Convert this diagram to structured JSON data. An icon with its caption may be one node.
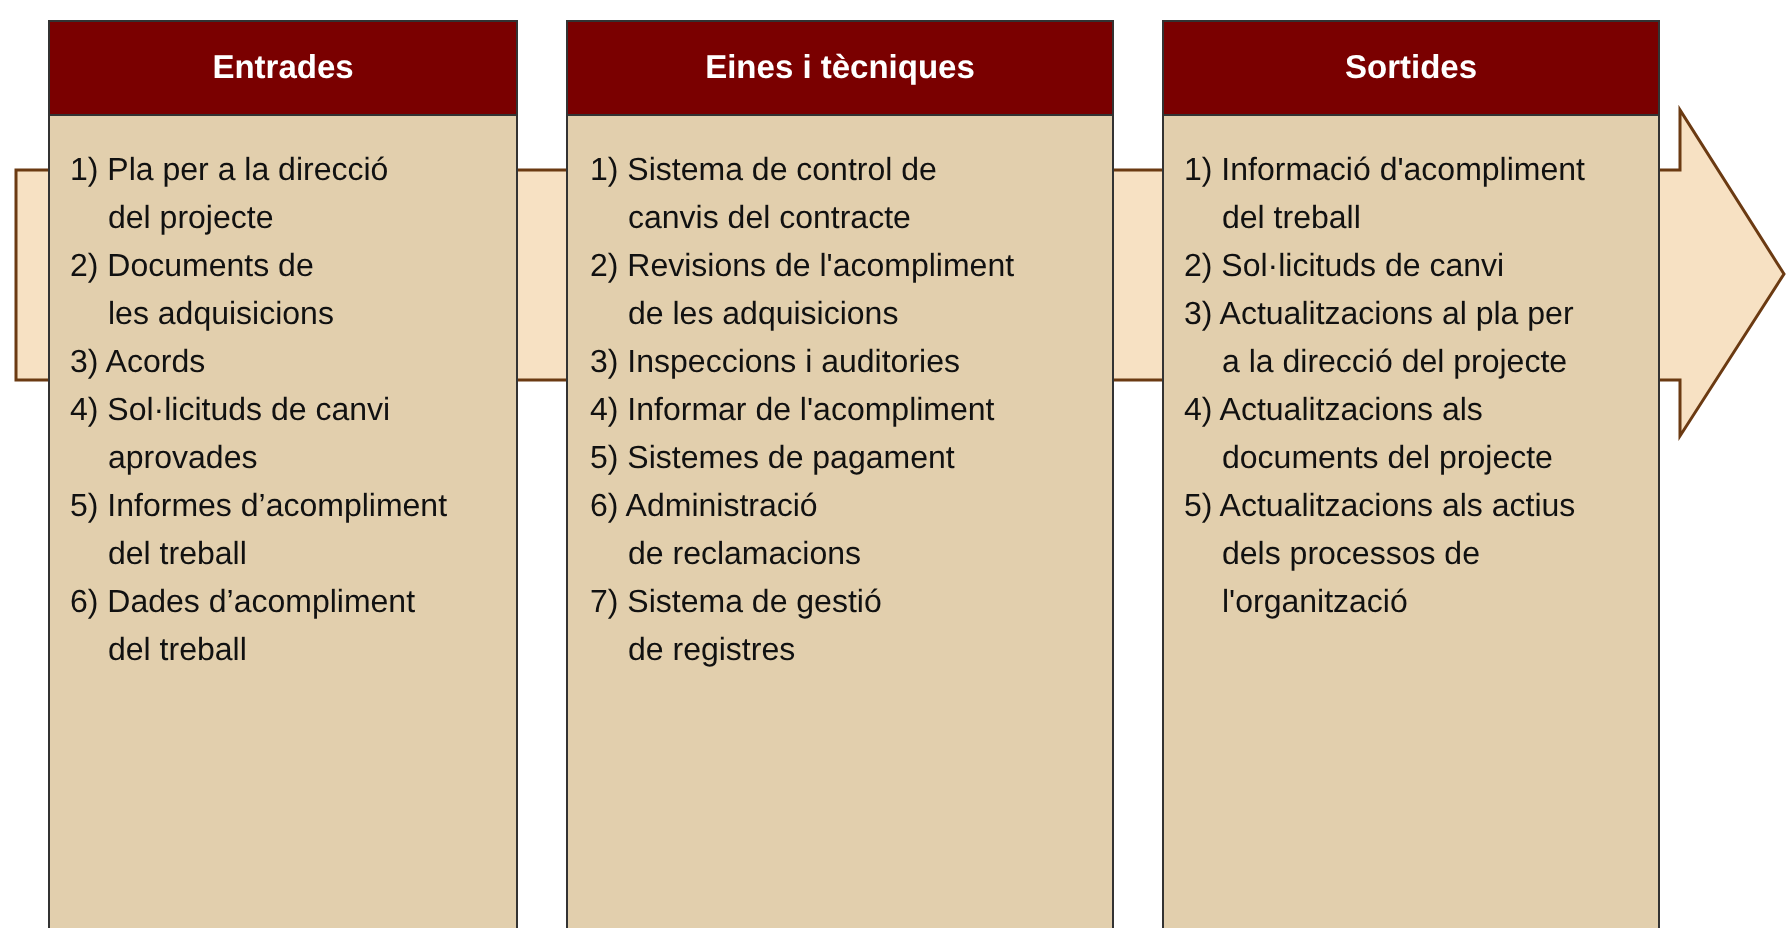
{
  "diagram": {
    "nodes": [
      {
        "text": [
          "Entrades",
          "1) Pla per a la direcció del projecte",
          "2) Documents de les adquisicions",
          "3) Acords",
          "4) Sol·licituds de canvi aprovades",
          "5) Informes d’acompliment del treball",
          "6) Dades d’acompliment del treball"
        ]
      },
      {
        "text": [
          "Eines i tècniques",
          "1) Sistema de control de canvis del contracte",
          "2) Revisions de l'acompliment de les adquisicions",
          "3) Inspeccions i auditories",
          "4) Informar de l'acompliment",
          "5) Sistemes de pagament",
          "6) Administració de reclamacions",
          "7) Sistema de gestió de registres"
        ]
      },
      {
        "text": [
          "Sortides",
          "1) Informació d'acompliment del treball",
          "2) Sol·licituds de canvi",
          "3) Actualitzacions al pla per a la direcció del projecte",
          "4) Actualitzacions als documents del projecte",
          "5) Actualitzacions als actius dels processos de l'organització"
        ]
      }
    ],
    "edges": []
  }
}
